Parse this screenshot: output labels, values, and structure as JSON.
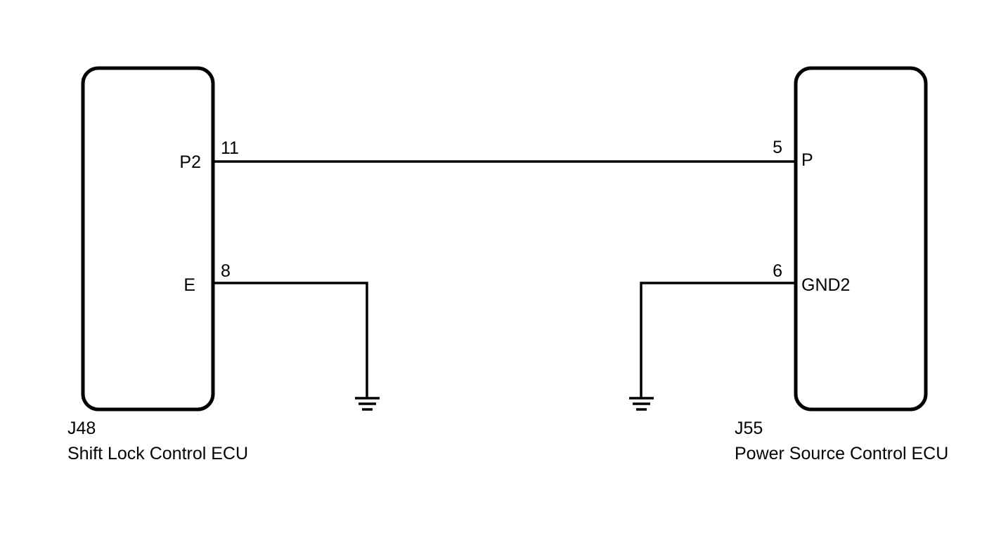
{
  "components": {
    "left": {
      "code": "J48",
      "name": "Shift Lock Control ECU",
      "pins": {
        "upper": {
          "terminal": "P2",
          "number": "11"
        },
        "lower": {
          "terminal": "E",
          "number": "8"
        }
      }
    },
    "right": {
      "code": "J55",
      "name": "Power Source Control ECU",
      "pins": {
        "upper": {
          "terminal": "P",
          "number": "5"
        },
        "lower": {
          "terminal": "GND2",
          "number": "6"
        }
      }
    }
  },
  "colors": {
    "line": "#000000",
    "background": "#ffffff"
  }
}
